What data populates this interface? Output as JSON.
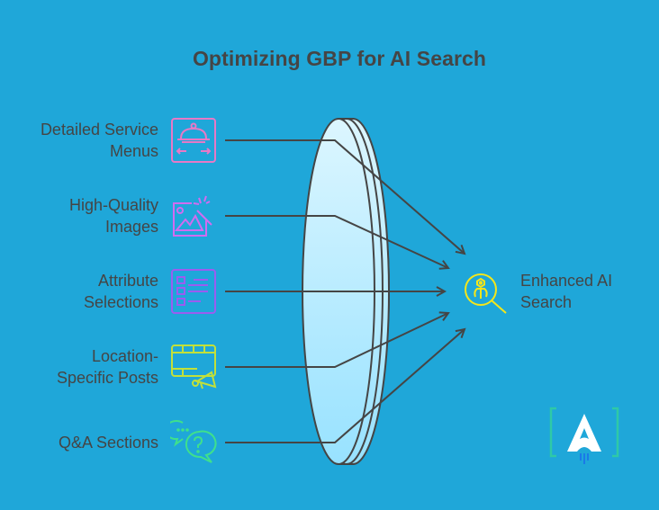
{
  "title": "Optimizing GBP for AI Search",
  "inputs": [
    {
      "label_line1": "Detailed Service",
      "label_line2": "Menus",
      "icon": "service-menu-cloche-icon",
      "color": "#e879c6"
    },
    {
      "label_line1": "High-Quality",
      "label_line2": "Images",
      "icon": "image-sparkle-icon",
      "color": "#d16cf0"
    },
    {
      "label_line1": "Attribute",
      "label_line2": "Selections",
      "icon": "checklist-icon",
      "color": "#9b5cf0"
    },
    {
      "label_line1": "Location-",
      "label_line2": "Specific Posts",
      "icon": "film-megaphone-icon",
      "color": "#c2e03a"
    },
    {
      "label_line1": "Q&A Sections",
      "label_line2": "",
      "icon": "chat-question-icon",
      "color": "#3fe08c"
    }
  ],
  "output": {
    "label_line1": "Enhanced AI",
    "label_line2": "Search",
    "icon": "ai-search-magnifier-icon",
    "color": "#f5e61a"
  },
  "colors": {
    "background": "#1fa7d9",
    "text": "#454545",
    "lines": "#454545",
    "lens_top": "#d9f5ff",
    "lens_bottom": "#9fe3ff"
  }
}
